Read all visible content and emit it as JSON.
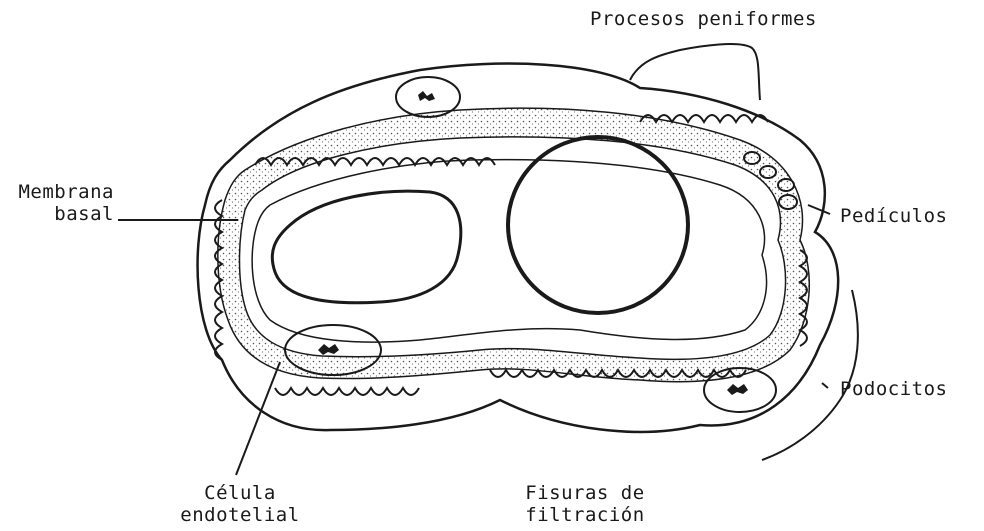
{
  "labels": {
    "procesos": "Procesos peniformes",
    "membrana_1": "Membrana",
    "membrana_2": "basal",
    "pediculos": "Pedículos",
    "podocitos": "Podocitos",
    "celula_1": "Célula",
    "celula_2": "endotelial",
    "fisuras_1": "Fisuras de",
    "fisuras_2": "filtración"
  },
  "colors": {
    "ink": "#1a1a1a",
    "membrane_fill": "#e9e9e9"
  }
}
